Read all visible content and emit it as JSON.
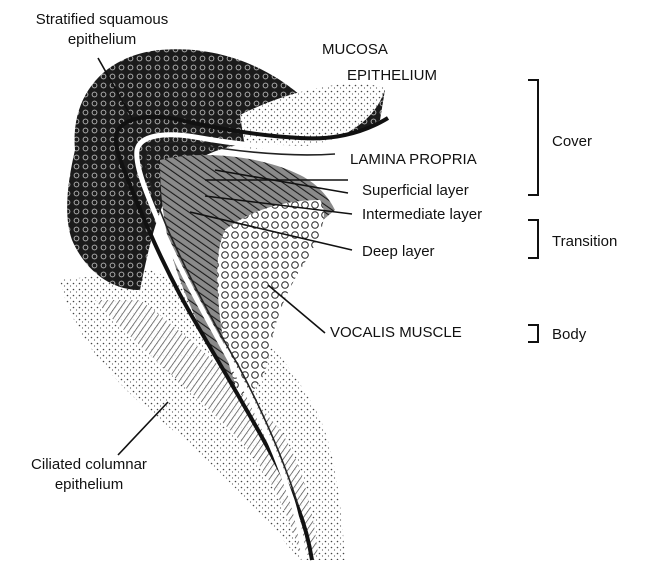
{
  "labels": {
    "stratified_line1": "Stratified squamous",
    "stratified_line2": "epithelium",
    "mucosa": "MUCOSA",
    "epithelium": "EPITHELIUM",
    "lamina_propria": "LAMINA PROPRIA",
    "superficial_layer": "Superficial layer",
    "intermediate_layer": "Intermediate layer",
    "deep_layer": "Deep layer",
    "vocalis_muscle": "VOCALIS MUSCLE",
    "ciliated_line1": "Ciliated columnar",
    "ciliated_line2": "epithelium"
  },
  "groups": {
    "cover": "Cover",
    "transition": "Transition",
    "body": "Body"
  },
  "colors": {
    "ink": "#111111",
    "dark_tissue": "#1d1d1d",
    "mid_tissue": "#6e6e6e",
    "light_tissue": "#c9c9c9"
  }
}
